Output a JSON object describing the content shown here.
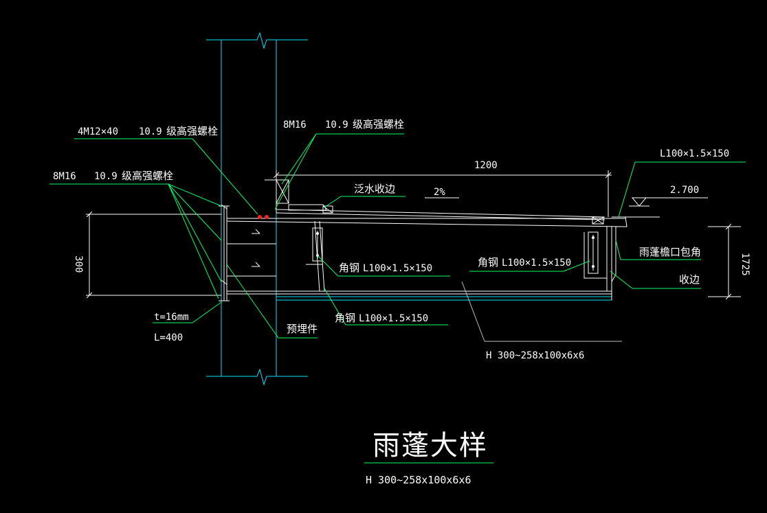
{
  "title": "雨蓬大样",
  "subtitle": "H 300~258x100x6x6",
  "labels": {
    "bolt_4m12": "4M12×40",
    "grade_a": "10.9",
    "hs_bolt_a": "级高强螺栓",
    "bolt_8m16_left": "8M16",
    "grade_b": "10.9",
    "hs_bolt_b": "级高强螺栓",
    "bolt_8m16_top": "8M16",
    "grade_c": "10.9",
    "hs_bolt_c": "级高强螺栓",
    "flashing": "泛水收边",
    "slope": "2%",
    "dim_1200": "1200",
    "angle_top_right": "L100×1.5×150",
    "elev": "2.700",
    "canopy_edge": "雨蓬檐口包角",
    "trim_edge": "收边",
    "dim_1725": "1725",
    "dim_300": "300",
    "angle_steel_1": "角钢",
    "angle_spec_1": "L100×1.5×150",
    "angle_steel_2": "角钢",
    "angle_spec_2": "L100×1.5×150",
    "angle_steel_3": "角钢",
    "angle_spec_3": "L100×1.5×150",
    "plate_t": "t=16mm",
    "plate_l": "L=400",
    "embedded": "预埋件",
    "h_beam": "H  300~258x100x6x6"
  },
  "colors": {
    "background": "#000000",
    "text": "#ffffff",
    "leader": "#00ff66",
    "column": "#00e5ff",
    "marker": "#ff2020"
  }
}
